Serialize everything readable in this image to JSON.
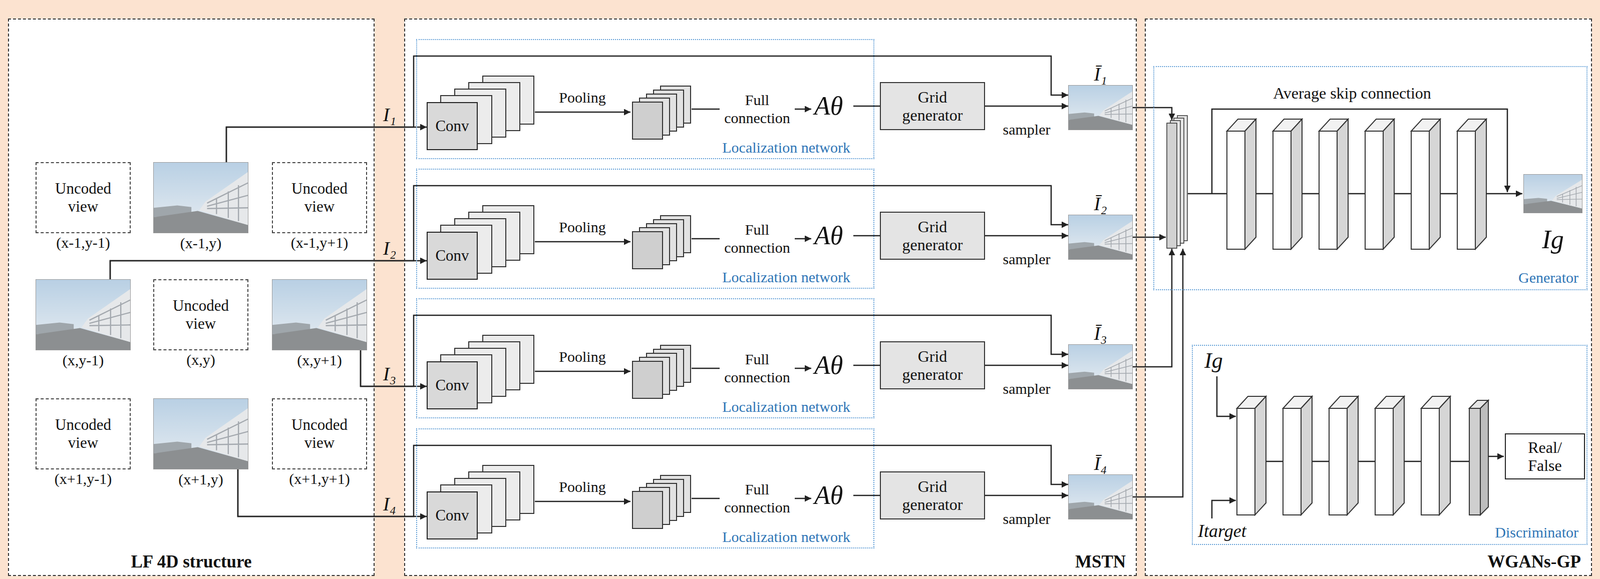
{
  "diagram": {
    "nodes": [
      {
        "text": [
          "LF 4D structure"
        ]
      },
      {
        "text": [
          "Uncoded view",
          "(x-1,y-1)"
        ],
        "in": 0
      },
      {
        "text": [
          "(x-1,y)"
        ],
        "in": 0
      },
      {
        "text": [
          "Uncoded view",
          "(x-1,y+1)"
        ],
        "in": 0
      },
      {
        "text": [
          "(x,y-1)"
        ],
        "in": 0
      },
      {
        "text": [
          "Uncoded view",
          "(x,y)"
        ],
        "in": 0
      },
      {
        "text": [
          "(x,y+1)"
        ],
        "in": 0
      },
      {
        "text": [
          "Uncoded view",
          "(x+1,y-1)"
        ],
        "in": 0
      },
      {
        "text": [
          "(x+1,y)"
        ],
        "in": 0
      },
      {
        "text": [
          "Uncoded view",
          "(x+1,y+1)"
        ],
        "in": 0
      },
      {
        "text": [
          "MSTN"
        ]
      },
      {
        "text": [
          "Localization network"
        ],
        "in": 10
      },
      {
        "text": [
          "Conv"
        ],
        "in": 11
      },
      {
        "text": [
          "Grid generator"
        ],
        "in": 10
      },
      {
        "text": [
          "Ī₁"
        ],
        "in": 10
      },
      {
        "text": [
          "Localization network"
        ],
        "in": 10
      },
      {
        "text": [
          "Conv"
        ],
        "in": 15
      },
      {
        "text": [
          "Grid generator"
        ],
        "in": 10
      },
      {
        "text": [
          "Ī₂"
        ],
        "in": 10
      },
      {
        "text": [
          "Localization network"
        ],
        "in": 10
      },
      {
        "text": [
          "Conv"
        ],
        "in": 19
      },
      {
        "text": [
          "Grid generator"
        ],
        "in": 10
      },
      {
        "text": [
          "Ī₃"
        ],
        "in": 10
      },
      {
        "text": [
          "Localization network"
        ],
        "in": 10
      },
      {
        "text": [
          "Conv"
        ],
        "in": 23
      },
      {
        "text": [
          "Grid generator"
        ],
        "in": 10
      },
      {
        "text": [
          "Ī₄"
        ],
        "in": 10
      },
      {
        "text": [
          "WGANs-GP"
        ]
      },
      {
        "text": [
          "Generator"
        ],
        "in": 27
      },
      {
        "text": [
          "Ig"
        ],
        "in": 28
      },
      {
        "text": [
          "Discriminator"
        ],
        "in": 27
      },
      {
        "text": [
          "Real/ False"
        ],
        "in": 30
      }
    ],
    "edges": [
      {
        "from": 2,
        "to": 12,
        "arrow": "to",
        "label": "I₁"
      },
      {
        "from": 2,
        "to": 14,
        "arrow": "to"
      },
      {
        "from": 11,
        "to": 13,
        "arrow": "none"
      },
      {
        "from": 13,
        "to": 14,
        "arrow": "to",
        "label": "sampler"
      },
      {
        "from": 14,
        "to": 28,
        "arrow": "to"
      },
      {
        "from": 4,
        "to": 16,
        "arrow": "to",
        "label": "I₂"
      },
      {
        "from": 4,
        "to": 18,
        "arrow": "to"
      },
      {
        "from": 15,
        "to": 17,
        "arrow": "none"
      },
      {
        "from": 17,
        "to": 18,
        "arrow": "to",
        "label": "sampler"
      },
      {
        "from": 18,
        "to": 28,
        "arrow": "to"
      },
      {
        "from": 6,
        "to": 20,
        "arrow": "to",
        "label": "I₃"
      },
      {
        "from": 6,
        "to": 22,
        "arrow": "to"
      },
      {
        "from": 19,
        "to": 21,
        "arrow": "none"
      },
      {
        "from": 21,
        "to": 22,
        "arrow": "to",
        "label": "sampler"
      },
      {
        "from": 22,
        "to": 28,
        "arrow": "to"
      },
      {
        "from": 8,
        "to": 24,
        "arrow": "to",
        "label": "I₄"
      },
      {
        "from": 8,
        "to": 26,
        "arrow": "to"
      },
      {
        "from": 23,
        "to": 25,
        "arrow": "none"
      },
      {
        "from": 25,
        "to": 26,
        "arrow": "to",
        "label": "sampler"
      },
      {
        "from": 26,
        "to": 28,
        "arrow": "to"
      }
    ],
    "labels": [
      "Pooling",
      "Full connection",
      "Aθ",
      "Pooling",
      "Full connection",
      "Aθ",
      "Pooling",
      "Full connection",
      "Aθ",
      "Pooling",
      "Full connection",
      "Aθ",
      "Average skip connection",
      "Ig",
      "Itarget"
    ]
  }
}
